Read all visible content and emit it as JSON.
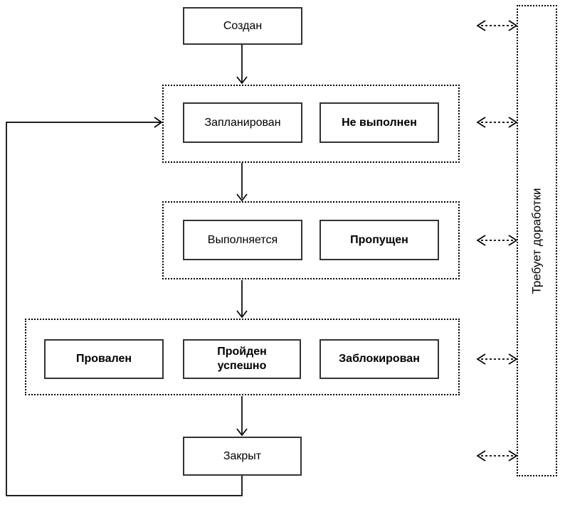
{
  "nodes": {
    "created": "Создан",
    "planned": "Запланирован",
    "not_executed": "Не выполнен",
    "in_progress": "Выполняется",
    "skipped": "Пропущен",
    "failed": "Провален",
    "passed": "Пройден успешно",
    "blocked": "Заблокирован",
    "closed": "Закрыт",
    "rework": "Требует доработки"
  },
  "groups": [
    {
      "members": [
        "planned",
        "not_executed"
      ]
    },
    {
      "members": [
        "in_progress",
        "skipped"
      ]
    },
    {
      "members": [
        "failed",
        "passed",
        "blocked"
      ]
    }
  ],
  "edges": [
    {
      "from": "created",
      "to": "planned-group",
      "style": "solid-arrow"
    },
    {
      "from": "planned-group",
      "to": "executing-group",
      "style": "solid-arrow"
    },
    {
      "from": "executing-group",
      "to": "result-group",
      "style": "solid-arrow"
    },
    {
      "from": "result-group",
      "to": "closed",
      "style": "solid-arrow"
    },
    {
      "from": "closed",
      "to": "planned-group",
      "style": "solid-arrow-loop"
    },
    {
      "from": "created",
      "to": "rework",
      "style": "dashed-double-arrow"
    },
    {
      "from": "planned-group",
      "to": "rework",
      "style": "dashed-double-arrow"
    },
    {
      "from": "executing-group",
      "to": "rework",
      "style": "dashed-double-arrow"
    },
    {
      "from": "result-group",
      "to": "rework",
      "style": "dashed-double-arrow"
    },
    {
      "from": "closed",
      "to": "rework",
      "style": "dashed-double-arrow"
    }
  ],
  "colors": {
    "line": "#000000",
    "node_border": "#333333",
    "background": "#ffffff",
    "text": "#000000"
  }
}
